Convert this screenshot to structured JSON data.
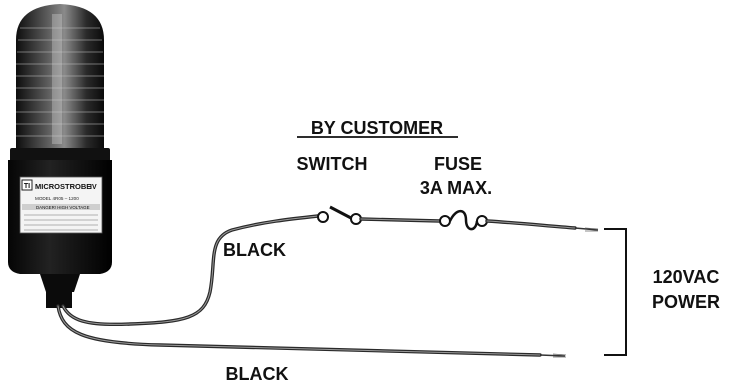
{
  "header": {
    "by_customer": "BY CUSTOMER"
  },
  "components": {
    "switch_label": "SWITCH",
    "fuse_label": "FUSE",
    "fuse_rating": "3A MAX."
  },
  "wires": {
    "top_wire_label": "BLACK",
    "bottom_wire_label": "BLACK"
  },
  "power": {
    "line1": "120VAC",
    "line2": "POWER"
  },
  "device": {
    "logo_mark": "TI",
    "brand": "MICROSTROBE",
    "series": "IV",
    "model": "MODEL 4R05 – 1200",
    "warning": "DANGER! HIGH VOLTAGE"
  }
}
